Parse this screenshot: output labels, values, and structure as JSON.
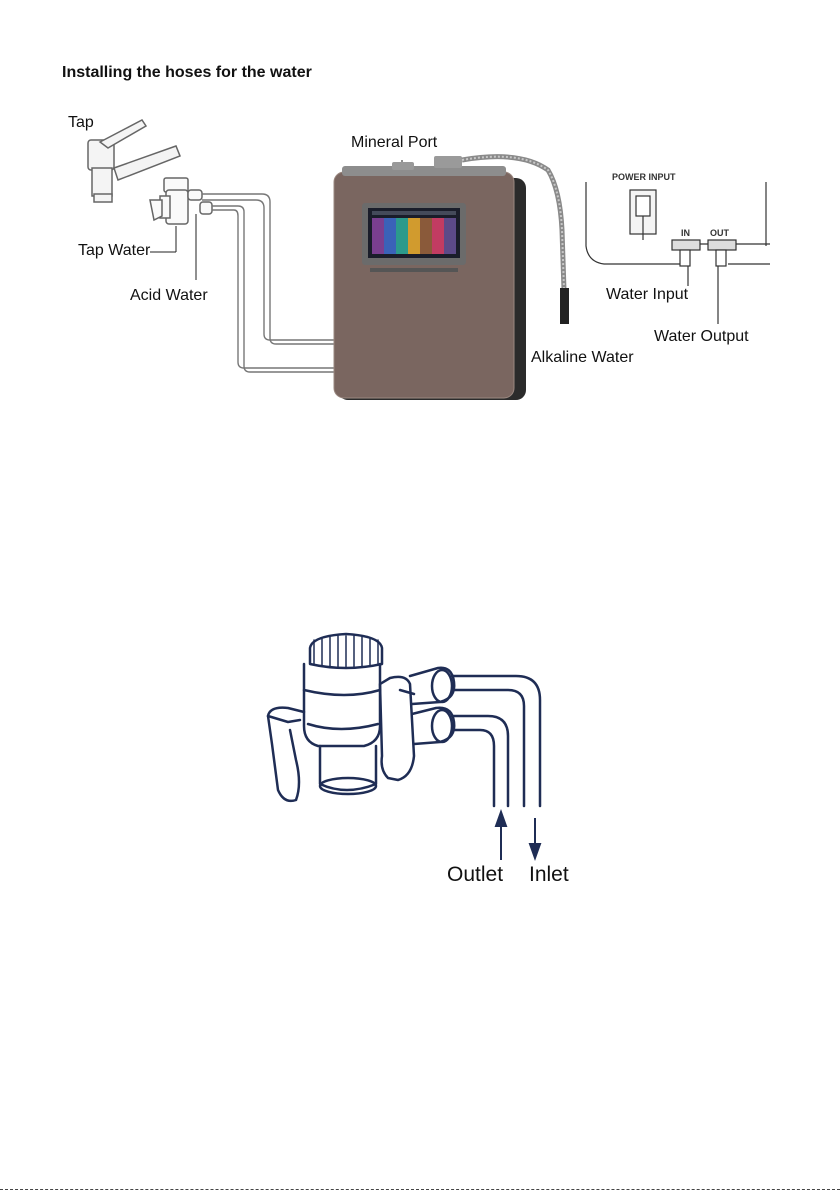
{
  "page": {
    "heading": "Installing the hoses for the water"
  },
  "figure1": {
    "labels": {
      "tap": "Tap",
      "tap_water": "Tap Water",
      "acid_water": "Acid Water",
      "mineral_port": "Mineral Port",
      "alkaline_water": "Alkaline Water",
      "power_input": "POWER INPUT",
      "in": "IN",
      "out": "OUT",
      "water_input": "Water Input",
      "water_output": "Water Output"
    }
  },
  "figure2": {
    "labels": {
      "outlet": "Outlet",
      "inlet": "Inlet"
    }
  }
}
